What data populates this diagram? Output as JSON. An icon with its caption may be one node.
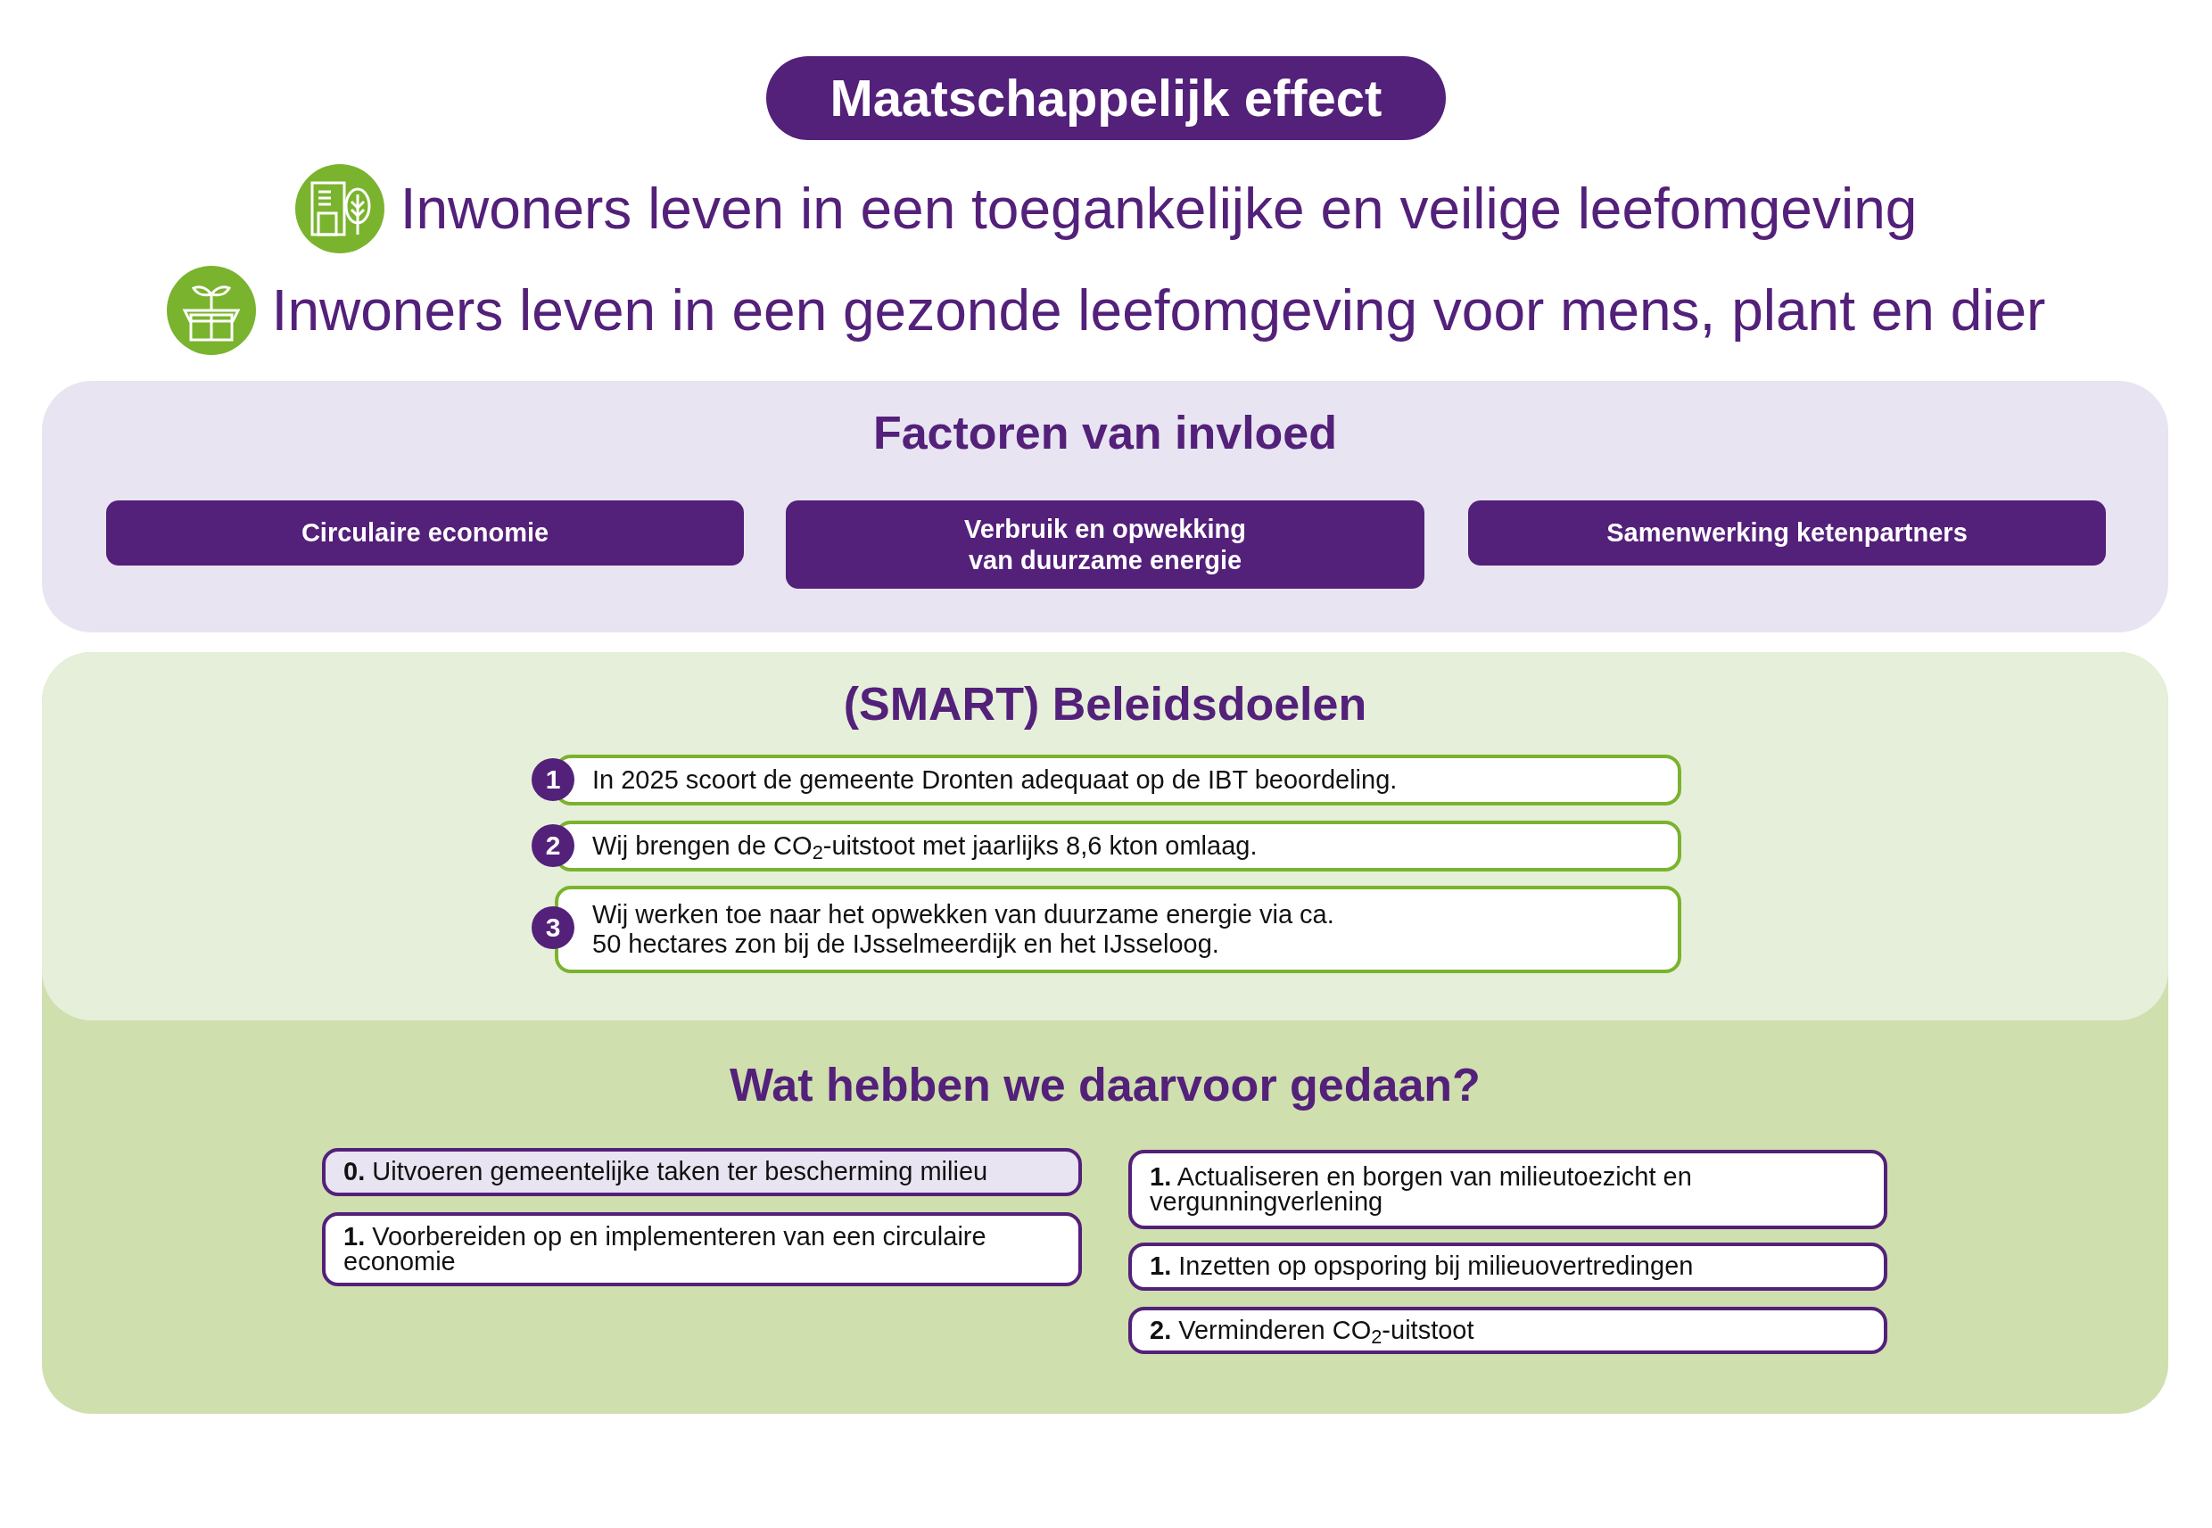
{
  "diagram": {
    "nodes": [
      {
        "text": [
          "Maatschappelijk effect"
        ]
      },
      {
        "text": [
          "Factoren van invloed"
        ]
      },
      {
        "text": [
          "Circulaire economie"
        ],
        "in": 1
      },
      {
        "text": [
          "Verbruik en opwekking van duurzame energie"
        ],
        "in": 1
      },
      {
        "text": [
          "Samenwerking ketenpartners"
        ],
        "in": 1
      },
      {
        "text": [
          "Wat hebben we daarvoor gedaan?"
        ]
      },
      {
        "text": [
          "(SMART) Beleidsdoelen"
        ],
        "in": 5
      },
      {
        "text": [
          "1"
        ],
        "in": 6
      },
      {
        "text": [
          "In 2025 scoort de gemeente Dronten adequaat op de IBT beoordeling."
        ],
        "in": 6
      },
      {
        "text": [
          "2"
        ],
        "in": 6
      },
      {
        "text": [
          "Wij brengen de CO$_{2}$-uitstoot met jaarlijks 8,6 kton omlaag."
        ],
        "in": 6
      },
      {
        "text": [
          "3"
        ],
        "in": 6
      },
      {
        "text": [
          "Wij werken toe naar het opwekken van duurzame energie via ca. 50 hectares zon bij de IJsselmeerdijk en het IJsseloog."
        ],
        "in": 6
      },
      {
        "text": [
          "**0.** Uitvoeren gemeentelijke taken ter bescherming milieu"
        ],
        "in": 5
      },
      {
        "text": [
          "**1.** Voorbereiden op en implementeren van een circulaire economie"
        ],
        "in": 5
      },
      {
        "text": [
          "**1.** Actualiseren en borgen van milieutoezicht en vergunningverlening"
        ],
        "in": 5
      },
      {
        "text": [
          "**1.** Inzetten op opsporing bij milieuovertredingen"
        ],
        "in": 5
      },
      {
        "text": [
          "**2.** Verminderen CO$_{2}$-uitstoot"
        ],
        "in": 5
      }
    ],
    "labels": [
      "Inwoners leven in een toegankelijke en veilige leefomgeving",
      "Inwoners leven in een gezonde leefomgeving voor mens, plant en dier"
    ]
  }
}
